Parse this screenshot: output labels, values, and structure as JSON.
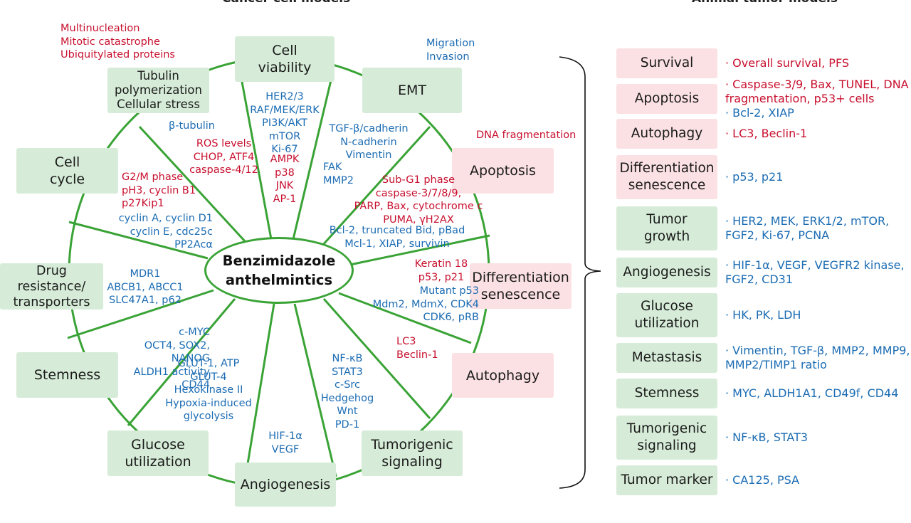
{
  "headers": {
    "left": "Cancer cell models",
    "right": "Animal tumor models"
  },
  "hub": "Benzimidazole\nanthelmintics",
  "nodes": {
    "cell_viability": "Cell\nviability",
    "emt": "EMT",
    "apoptosis": "Apoptosis",
    "differentiation": "Differentiation\nsenescence",
    "autophagy": "Autophagy",
    "tumorigenic": "Tumorigenic\nsignaling",
    "angiogenesis": "Angiogenesis",
    "glucose": "Glucose\nutilization",
    "stemness": "Stemness",
    "drug": "Drug\nresistance/\ntransporters",
    "cell_cycle": "Cell\ncycle",
    "tubulin": "Tubulin\npolymerization\nCellular stress"
  },
  "labels": {
    "multinucleation": "Multinucleation\nMitotic catastrophe\nUbiquitylated proteins",
    "migration": "Migration\nInvasion",
    "dna_frag": "DNA fragmentation",
    "beta_tubulin": "β-tubulin",
    "ros": "ROS levels\nCHOP, ATF4\ncaspase-4/12",
    "viability_blue": "HER2/3\nRAF/MEK/ERK\nPI3K/AKT\nmTOR\nKi-67",
    "viability_red": "AMPK\np38\nJNK\nAP-1",
    "emt_blue": "TGF-β/cadherin\nN-cadherin\nVimentin",
    "emt_blue2": "FAK\nMMP2",
    "apoptosis_red": "Sub-G1 phase\ncaspase-3/7/8/9,\nPARP, Bax, cytochrome c\nPUMA, γH2AX",
    "apoptosis_blue": "Bcl-2, truncated Bid, pBad\nMcl-1, XIAP, survivin",
    "g2m_red": "G2/M phase\npH3, cyclin B1\np27Kip1",
    "cyclin_blue": "cyclin A, cyclin D1\ncyclin E, cdc25c\nPP2Acα",
    "keratin_red": "Keratin 18\np53, p21",
    "mutant_blue": "Mutant p53\nMdm2, MdmX, CDK4\nCDK6, pRB",
    "mdr_blue": "MDR1\nABCB1, ABCC1\nSLC47A1, p62",
    "cmyc_blue": "c-MYC\nOCT4, SOX2, NANOG\nALDH1 activity\nCD44",
    "lc3_red": "LC3\nBeclin-1",
    "nfkb_blue": "NF-κB\nSTAT3\nc-Src\nHedgehog\nWnt\nPD-1",
    "glut_blue": "GLUT-1, ATP\nGLUT-4\nHexokinase II\nHypoxia-induced\nglycolysis",
    "hif_blue": "HIF-1α\nVEGF"
  },
  "animal": [
    {
      "label": "Survival",
      "tone": "pink",
      "lines": [
        {
          "t": "· Overall survival, PFS",
          "c": "red"
        }
      ]
    },
    {
      "label": "Apoptosis",
      "tone": "pink",
      "lines": [
        {
          "t": "· Caspase-3/9, Bax, TUNEL, DNA",
          "c": "red"
        },
        {
          "t": "  fragmentation, p53+ cells",
          "c": "red"
        },
        {
          "t": "· Bcl-2, XIAP",
          "c": "blue"
        }
      ]
    },
    {
      "label": "Autophagy",
      "tone": "pink",
      "lines": [
        {
          "t": "· LC3, Beclin-1",
          "c": "red"
        }
      ]
    },
    {
      "label": "Differentiation\nsenescence",
      "tone": "pink",
      "lines": [
        {
          "t": "· p53, p21",
          "c": "blue"
        }
      ]
    },
    {
      "label": "Tumor\ngrowth",
      "tone": "green",
      "lines": [
        {
          "t": "· HER2, MEK, ERK1/2, mTOR,",
          "c": "blue"
        },
        {
          "t": "  FGF2, Ki-67, PCNA",
          "c": "blue"
        }
      ]
    },
    {
      "label": "Angiogenesis",
      "tone": "green",
      "lines": [
        {
          "t": "· HIF-1α, VEGF, VEGFR2 kinase,",
          "c": "blue"
        },
        {
          "t": "  FGF2, CD31",
          "c": "blue"
        }
      ]
    },
    {
      "label": "Glucose\nutilization",
      "tone": "green",
      "lines": [
        {
          "t": "· HK, PK, LDH",
          "c": "blue"
        }
      ]
    },
    {
      "label": "Metastasis",
      "tone": "green",
      "lines": [
        {
          "t": "· Vimentin, TGF-β, MMP2, MMP9,",
          "c": "blue"
        },
        {
          "t": "  MMP2/TIMP1 ratio",
          "c": "blue"
        }
      ]
    },
    {
      "label": "Stemness",
      "tone": "green",
      "lines": [
        {
          "t": "· MYC, ALDH1A1, CD49f, CD44",
          "c": "blue"
        }
      ]
    },
    {
      "label": "Tumorigenic\nsignaling",
      "tone": "green",
      "lines": [
        {
          "t": "· NF-κB, STAT3",
          "c": "blue"
        }
      ]
    },
    {
      "label": "Tumor marker",
      "tone": "green",
      "lines": [
        {
          "t": "· CA125, PSA",
          "c": "blue"
        }
      ]
    }
  ],
  "colors": {
    "green_box": "#d6ecd8",
    "pink_box": "#fbe1e3",
    "line": "#3aa336",
    "red_text": "#c8102e",
    "blue_text": "#1b6cb3"
  }
}
